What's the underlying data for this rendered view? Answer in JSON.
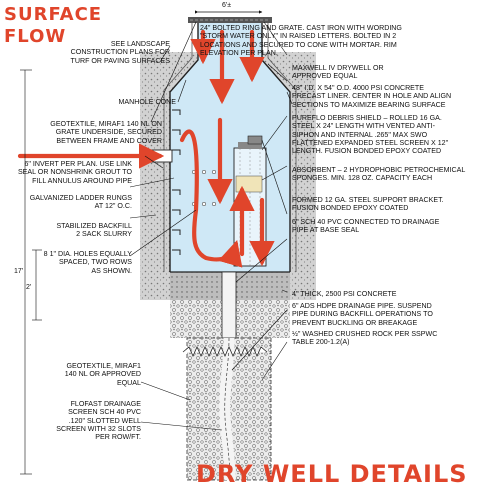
{
  "title": "DRY WELL DETAILS",
  "flow_label": "SURFACE\nFLOW",
  "dimensions": {
    "top_width": "6'±",
    "depth_total": "17'",
    "depth_lower": "2'"
  },
  "labels": {
    "grate": "24\" BOLTED RING AND GRATE. CAST IRON WITH WORDING\n\"STORM WATER ONLY\" IN RAISED LETTERS. BOLTED IN 2\nLOCATIONS AND SECURED TO CONE WITH MORTAR. RIM\nELEVATION PER PLAN.",
    "landscape": "SEE LANDSCAPE\nCONSTRUCTION PLANS FOR\nTURF OR PAVING SURFACES",
    "maxwell": "MAXWELL IV DRYWELL OR\nAPPROVED EQUAL",
    "liner": "48\" I.D. X 54\" O.D. 4000 PSI CONCRETE\nPRECAST LINER. CENTER IN HOLE AND ALIGN\nSECTIONS TO MAXIMIZE BEARING SURFACE",
    "cone": "MANHOLE CONE",
    "geotextile_grate": "GEOTEXTILE, MIRAF1 140 NL ON\nGRATE UNDERSIDE, SECURED\nBETWEEN FRAME AND COVER",
    "shield": "PUREFLO DEBRIS SHIELD – ROLLED 16 GA.\nSTEEL X 24\" LENGTH WITH VENTED ANTI-\nSIPHON AND INTERNAL .265\" MAX SWO\nFLATTENED EXPANDED STEEL SCREEN X 12\"\nLENGTH. FUSION BONDED EPOXY COATED",
    "invert": "6\" INVERT PER PLAN. USE LINK\nSEAL OR NONSHRINK GROUT TO\nFILL ANNULUS AROUND PIPE",
    "absorbent": "ABSORBENT – 2 HYDROPHOBIC PETROCHEMICAL\nSPONGES. MIN. 128 OZ. CAPACITY EACH",
    "rungs": "GALVANIZED LADDER RUNGS\nAT 12\" O.C.",
    "bracket": "FORMED 12 GA. STEEL SUPPORT BRACKET.\nFUSION BONDED EPOXY COATED",
    "backfill": "STABILIZED BACKFILL\n2 SACK SLURRY",
    "pvc_connect": "6\" SCH 40 PVC CONNECTED TO DRAINAGE\nPIPE AT BASE SEAL",
    "holes": "8 1\" DIA. HOLES EQUALLY\nSPACED, TWO ROWS\nAS SHOWN.",
    "concrete": "4\" THICK, 2500 PSI CONCRETE",
    "ads": "6\" ADS HDPE DRAINAGE PIPE. SUSPEND\nPIPE DURING BACKFILL OPERATIONS TO\nPREVENT BUCKLING OR BREAKAGE",
    "rock": "½\" WASHED CRUSHED ROCK PER SSPWC\nTABLE 200-1.2(A)",
    "geotextile_lower": "GEOTEXTILE, MIRAF1\n140 NL OR APPROVED\nEQUAL",
    "flofast": "FLOFAST DRAINAGE\nSCREEN SCH 40 PVC\n.120\" SLOTTED WELL\nSCREEN WITH 32 SLOTS\nPER ROW/FT."
  },
  "colors": {
    "accent": "#e0452b",
    "water": "#cfe8f6",
    "soil": "#d6d6d6",
    "concrete": "#b4b4b4",
    "rock": "#e6e6e6"
  }
}
